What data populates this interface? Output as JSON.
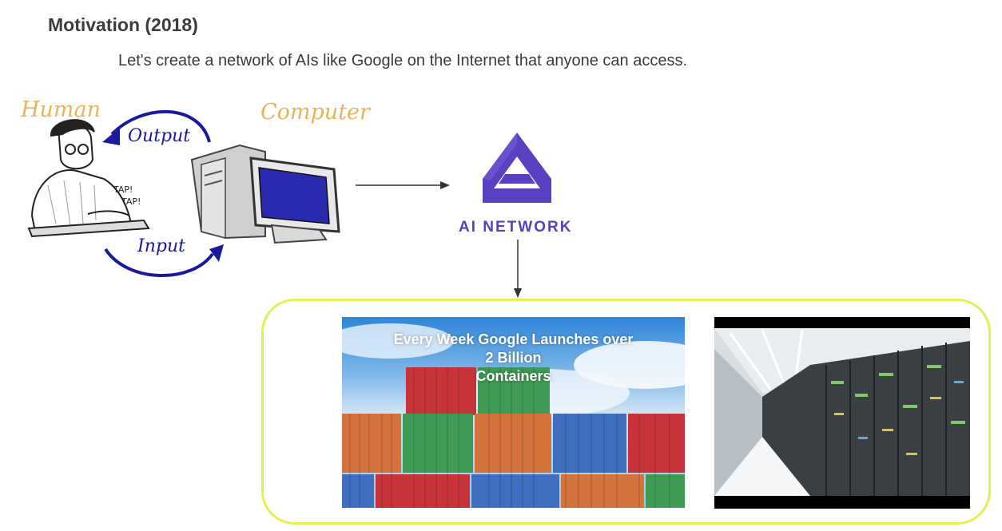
{
  "slide": {
    "title": "Motivation (2018)",
    "subtitle": "Let's create a network of AIs like Google on the Internet that anyone can access."
  },
  "illustration": {
    "human_label": "Human",
    "computer_label": "Computer",
    "output_label": "Output",
    "input_label": "Input",
    "tap1": "TAP!",
    "tap2": "TAP!"
  },
  "logo": {
    "name": "AI NETWORK",
    "color": "#5a3fc0"
  },
  "photos": {
    "left_caption_line1": "Every Week Google Launches over",
    "left_caption_line2": "2 Billion",
    "left_caption_line3": "Containers"
  },
  "colors": {
    "frame_border": "#e4ee55",
    "arrow_blue": "#1a1a9c",
    "hand_label": "#e8b45a"
  }
}
